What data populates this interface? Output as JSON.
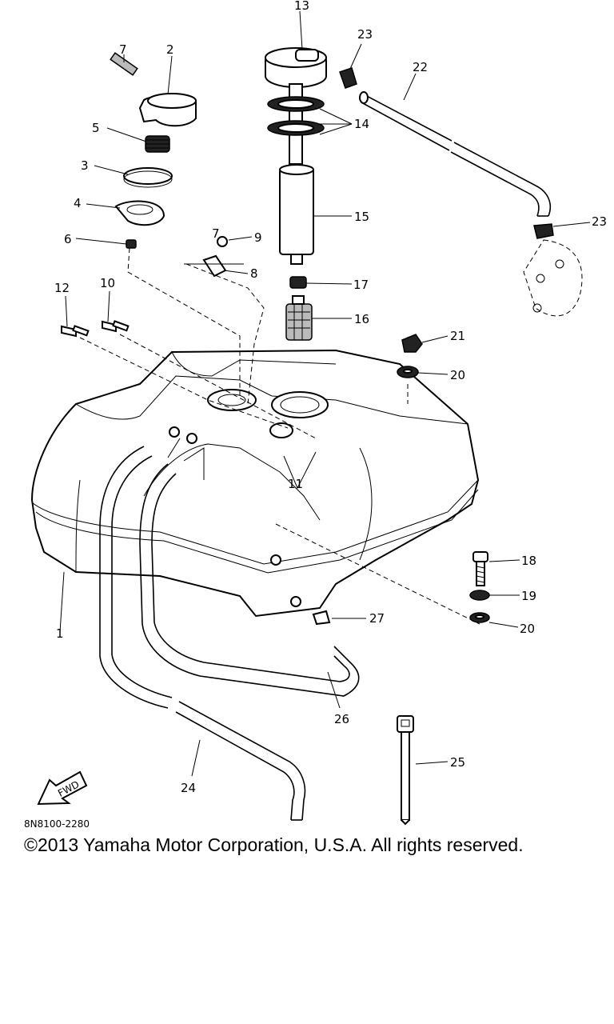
{
  "diagram": {
    "callouts": {
      "c1": "1",
      "c2": "2",
      "c3": "3",
      "c4": "4",
      "c5": "5",
      "c6": "6",
      "c7a": "7",
      "c7b": "7",
      "c8": "8",
      "c9": "9",
      "c10": "10",
      "c11": "11",
      "c12": "12",
      "c13": "13",
      "c14": "14",
      "c15": "15",
      "c16": "16",
      "c17": "17",
      "c18": "18",
      "c19": "19",
      "c20a": "20",
      "c20b": "20",
      "c21": "21",
      "c22": "22",
      "c23a": "23",
      "c23b": "23",
      "c24": "24",
      "c25": "25",
      "c26": "26",
      "c27": "27"
    },
    "fwd_arrow_text": "FWD",
    "drawing_code": "8N8100-2280"
  },
  "footer": {
    "copyright": "©2013 Yamaha Motor Corporation, U.S.A. All rights reserved."
  }
}
